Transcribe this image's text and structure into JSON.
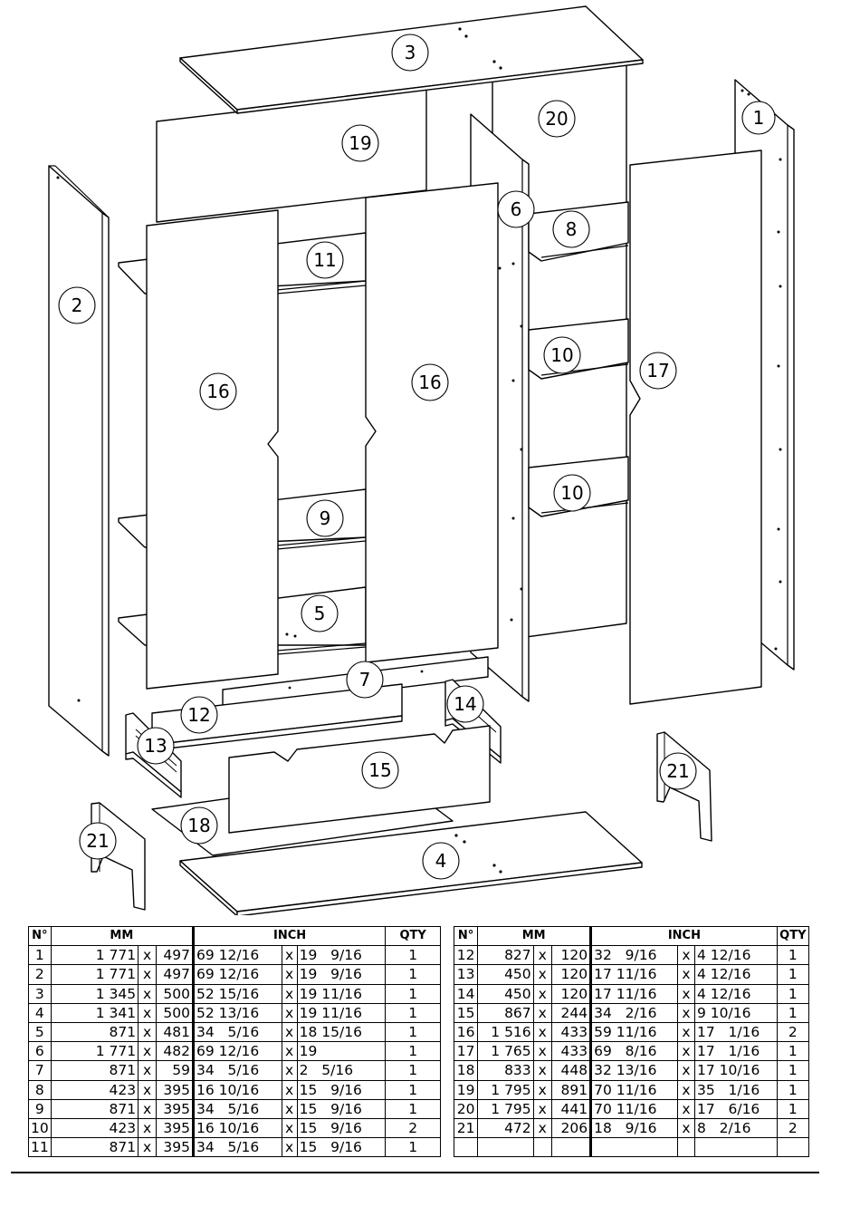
{
  "parts": {
    "p1": "1",
    "p2": "2",
    "p3": "3",
    "p4": "4",
    "p5": "5",
    "p6": "6",
    "p7": "7",
    "p8": "8",
    "p9": "9",
    "p10a": "10",
    "p10b": "10",
    "p11": "11",
    "p12": "12",
    "p13": "13",
    "p14": "14",
    "p15": "15",
    "p16a": "16",
    "p16b": "16",
    "p17": "17",
    "p18": "18",
    "p19": "19",
    "p20": "20",
    "p21a": "21",
    "p21b": "21"
  },
  "table": {
    "headers": {
      "no": "N°",
      "mm": "MM",
      "inch": "INCH",
      "qty": "QTY"
    },
    "left_rows": [
      [
        "1",
        "1 771",
        "x",
        "497",
        "69 12/16",
        "x",
        "19   9/16",
        "1"
      ],
      [
        "2",
        "1 771",
        "x",
        "497",
        "69 12/16",
        "x",
        "19   9/16",
        "1"
      ],
      [
        "3",
        "1 345",
        "x",
        "500",
        "52 15/16",
        "x",
        "19 11/16",
        "1"
      ],
      [
        "4",
        "1 341",
        "x",
        "500",
        "52 13/16",
        "x",
        "19 11/16",
        "1"
      ],
      [
        "5",
        "871",
        "x",
        "481",
        "34   5/16",
        "x",
        "18 15/16",
        "1"
      ],
      [
        "6",
        "1 771",
        "x",
        "482",
        "69 12/16",
        "x",
        "19",
        "1"
      ],
      [
        "7",
        "871",
        "x",
        "59",
        "34   5/16",
        "x",
        "2   5/16",
        "1"
      ],
      [
        "8",
        "423",
        "x",
        "395",
        "16 10/16",
        "x",
        "15   9/16",
        "1"
      ],
      [
        "9",
        "871",
        "x",
        "395",
        "34   5/16",
        "x",
        "15   9/16",
        "1"
      ],
      [
        "10",
        "423",
        "x",
        "395",
        "16 10/16",
        "x",
        "15   9/16",
        "2"
      ],
      [
        "11",
        "871",
        "x",
        "395",
        "34   5/16",
        "x",
        "15   9/16",
        "1"
      ]
    ],
    "right_rows": [
      [
        "12",
        "827",
        "x",
        "120",
        "32   9/16",
        "x",
        "4 12/16",
        "1"
      ],
      [
        "13",
        "450",
        "x",
        "120",
        "17 11/16",
        "x",
        "4 12/16",
        "1"
      ],
      [
        "14",
        "450",
        "x",
        "120",
        "17 11/16",
        "x",
        "4 12/16",
        "1"
      ],
      [
        "15",
        "867",
        "x",
        "244",
        "34   2/16",
        "x",
        "9 10/16",
        "1"
      ],
      [
        "16",
        "1 516",
        "x",
        "433",
        "59 11/16",
        "x",
        "17   1/16",
        "2"
      ],
      [
        "17",
        "1 765",
        "x",
        "433",
        "69   8/16",
        "x",
        "17   1/16",
        "1"
      ],
      [
        "18",
        "833",
        "x",
        "448",
        "32 13/16",
        "x",
        "17 10/16",
        "1"
      ],
      [
        "19",
        "1 795",
        "x",
        "891",
        "70 11/16",
        "x",
        "35   1/16",
        "1"
      ],
      [
        "20",
        "1 795",
        "x",
        "441",
        "70 11/16",
        "x",
        "17   6/16",
        "1"
      ],
      [
        "21",
        "472",
        "x",
        "206",
        "18   9/16",
        "x",
        "8   2/16",
        "2"
      ],
      [
        "",
        "",
        "",
        "",
        "",
        "",
        "",
        ""
      ]
    ]
  }
}
